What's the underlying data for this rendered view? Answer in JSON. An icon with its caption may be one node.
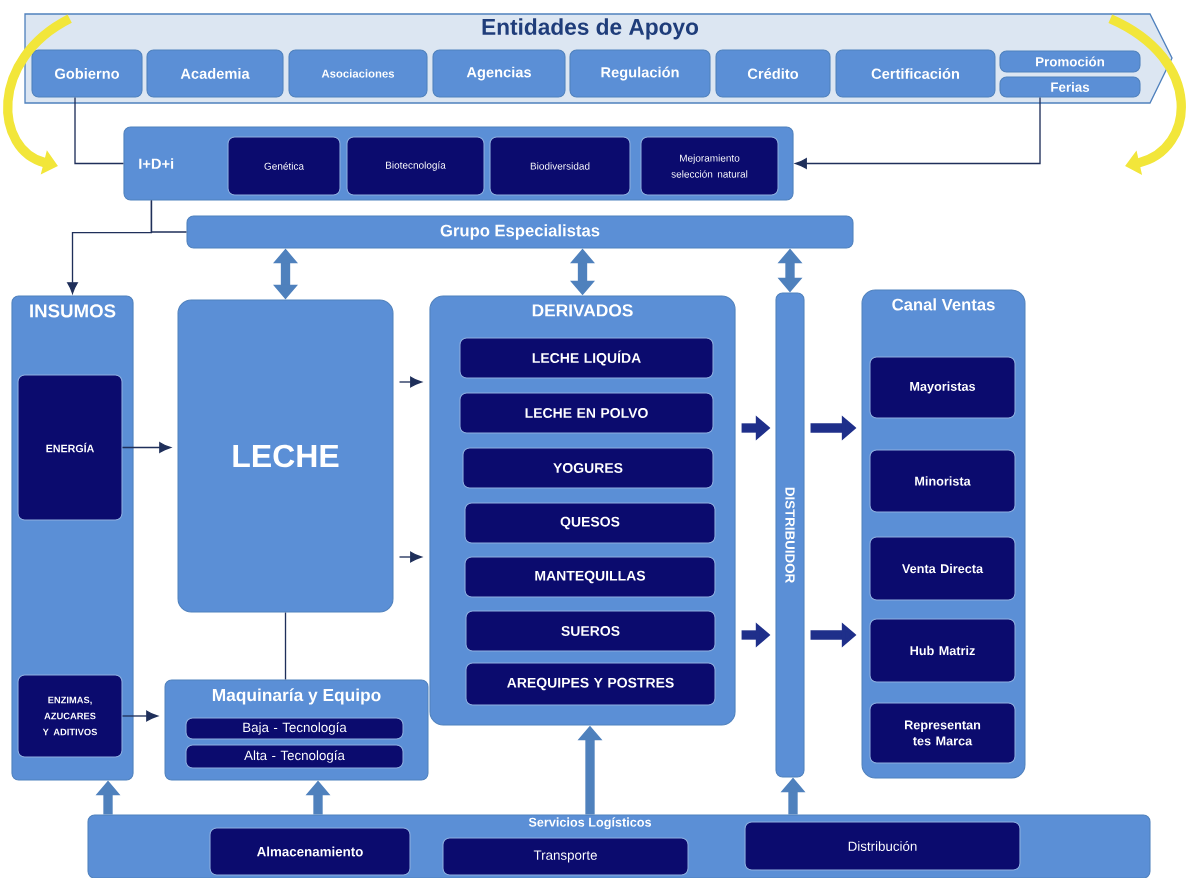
{
  "diagram": {
    "nodes": [
      {
        "text": [
          "Entidades de Apoyo"
        ]
      },
      {
        "text": [
          "Gobierno"
        ],
        "in": 0
      },
      {
        "text": [
          "Academia"
        ],
        "in": 0
      },
      {
        "text": [
          "Asociaciones"
        ],
        "in": 0
      },
      {
        "text": [
          "Agencias"
        ],
        "in": 0
      },
      {
        "text": [
          "Regulación"
        ],
        "in": 0
      },
      {
        "text": [
          "Crédito"
        ],
        "in": 0
      },
      {
        "text": [
          "Certificación"
        ],
        "in": 0
      },
      {
        "text": [
          "Promoción"
        ],
        "in": 0
      },
      {
        "text": [
          "Ferias"
        ],
        "in": 0
      },
      {
        "text": [
          "I+D+i"
        ]
      },
      {
        "text": [
          "Genética"
        ],
        "in": 10
      },
      {
        "text": [
          "Biotecnología"
        ],
        "in": 10
      },
      {
        "text": [
          "Biodiversidad"
        ],
        "in": 10
      },
      {
        "text": [
          "Mejoramiento selección natural"
        ],
        "in": 10
      },
      {
        "text": [
          "Grupo Especialistas"
        ]
      },
      {
        "text": [
          "INSUMOS"
        ]
      },
      {
        "text": [
          "ENERGÍA"
        ],
        "in": 16
      },
      {
        "text": [
          "ENZIMAS, AZUCARES Y ADITIVOS"
        ],
        "in": 16
      },
      {
        "text": [
          "LECHE"
        ]
      },
      {
        "text": [
          "Maquinaría y Equipo"
        ]
      },
      {
        "text": [
          "Baja - Tecnología"
        ],
        "in": 20
      },
      {
        "text": [
          "Alta - Tecnología"
        ],
        "in": 20
      },
      {
        "text": [
          "DERIVADOS"
        ]
      },
      {
        "text": [
          "LECHE LIQUÍDA"
        ],
        "in": 23
      },
      {
        "text": [
          "LECHE EN POLVO"
        ],
        "in": 23
      },
      {
        "text": [
          "YOGURES"
        ],
        "in": 23
      },
      {
        "text": [
          "QUESOS"
        ],
        "in": 23
      },
      {
        "text": [
          "MANTEQUILLAS"
        ],
        "in": 23
      },
      {
        "text": [
          "SUEROS"
        ],
        "in": 23
      },
      {
        "text": [
          "AREQUIPES Y POSTRES"
        ],
        "in": 23
      },
      {
        "text": [
          "DISTRIBUIDOR"
        ]
      },
      {
        "text": [
          "Canal Ventas"
        ]
      },
      {
        "text": [
          "Mayoristas"
        ],
        "in": 32
      },
      {
        "text": [
          "Minorista"
        ],
        "in": 32
      },
      {
        "text": [
          "Venta Directa"
        ],
        "in": 32
      },
      {
        "text": [
          "Hub Matriz"
        ],
        "in": 32
      },
      {
        "text": [
          "Representan tes Marca"
        ],
        "in": 32
      },
      {
        "text": [
          "Servicios Logísticos"
        ]
      },
      {
        "text": [
          "Almacenamiento"
        ],
        "in": 38
      },
      {
        "text": [
          "Transporte"
        ],
        "in": 38
      },
      {
        "text": [
          "Distribución"
        ],
        "in": 38
      }
    ],
    "edges": [
      {
        "from": 0,
        "to": null,
        "arrow": "to",
        "color": "#f2e63a"
      },
      {
        "from": 0,
        "to": null,
        "arrow": "to",
        "color": "#f2e63a"
      },
      {
        "from": 1,
        "to": 10,
        "arrow": "none"
      },
      {
        "from": 9,
        "to": 10,
        "arrow": "to"
      },
      {
        "from": 10,
        "to": 15,
        "arrow": "none"
      },
      {
        "from": 10,
        "to": 16,
        "arrow": "to"
      },
      {
        "from": 15,
        "to": 19,
        "arrow": "both",
        "color": "#4f81bd"
      },
      {
        "from": 15,
        "to": 23,
        "arrow": "both",
        "color": "#4f81bd"
      },
      {
        "from": 15,
        "to": 31,
        "arrow": "both",
        "color": "#4f81bd"
      },
      {
        "from": 17,
        "to": 19,
        "arrow": "to"
      },
      {
        "from": 18,
        "to": 20,
        "arrow": "to"
      },
      {
        "from": 19,
        "to": 20,
        "arrow": "none"
      },
      {
        "from": 19,
        "to": 23,
        "arrow": "to"
      },
      {
        "from": 19,
        "to": 23,
        "arrow": "to"
      },
      {
        "from": 23,
        "to": 31,
        "arrow": "to",
        "color": "#1f2f8a"
      },
      {
        "from": 23,
        "to": 31,
        "arrow": "to",
        "color": "#1f2f8a"
      },
      {
        "from": 31,
        "to": 32,
        "arrow": "to",
        "color": "#1f2f8a"
      },
      {
        "from": 31,
        "to": 32,
        "arrow": "to",
        "color": "#1f2f8a"
      },
      {
        "from": 38,
        "to": 16,
        "arrow": "to",
        "color": "#4f81bd"
      },
      {
        "from": 38,
        "to": 20,
        "arrow": "to",
        "color": "#4f81bd"
      },
      {
        "from": 38,
        "to": 23,
        "arrow": "to",
        "color": "#4f81bd"
      },
      {
        "from": 38,
        "to": 31,
        "arrow": "to",
        "color": "#4f81bd"
      }
    ]
  }
}
